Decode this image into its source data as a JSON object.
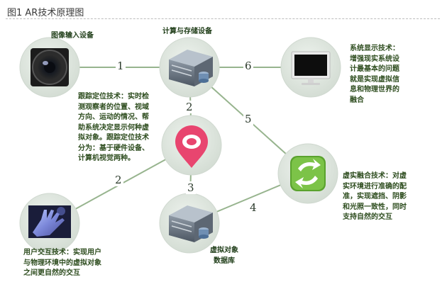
{
  "figure_title": "图1 AR技术原理图",
  "nodes": {
    "camera": {
      "label": "图像输入设备",
      "icon": "camera-lens-icon"
    },
    "compute": {
      "label": "计算与存储设备",
      "icon": "server-icon"
    },
    "display": {
      "icon": "monitor-icon"
    },
    "tracking": {
      "icon": "location-pin-icon"
    },
    "database": {
      "label_lines": [
        "虚拟对象",
        "数据库"
      ],
      "icon": "server-database-icon"
    },
    "fusion": {
      "icon": "recycle-arrows-icon"
    },
    "interaction": {
      "icon": "hand-icon"
    }
  },
  "descriptions": {
    "display": [
      "系统显示技术：",
      "增强现实系统设",
      "计最基本的问题",
      "就是实现虚拟信",
      "息和物理世界的",
      "融合"
    ],
    "tracking": [
      "跟踪定位技术：实时检",
      "测观察者的位置、视域",
      "方向、运动的情况、帮",
      "助系统决定显示何种虚",
      "拟对象。跟踪定位技术",
      "分为：基于硬件设备、",
      "计算机视觉两种。"
    ],
    "fusion": [
      "虚实融合技术：对虚",
      "实环境进行准确的配",
      "准，实现遮挡、阴影",
      "和光照一致性，同时",
      "支持自然的交互"
    ],
    "interaction": [
      "用户交互技术：实现用户",
      "与物理环境中的虚拟对象",
      "之间更自然的交互"
    ]
  },
  "edges": [
    {
      "from": "camera",
      "to": "compute",
      "label": "1"
    },
    {
      "from": "compute",
      "to": "tracking",
      "label": "2"
    },
    {
      "from": "tracking",
      "to": "interaction",
      "label": "2"
    },
    {
      "from": "tracking",
      "to": "database",
      "label": "3"
    },
    {
      "from": "database",
      "to": "fusion",
      "label": "4"
    },
    {
      "from": "fusion",
      "to": "compute",
      "label": "5"
    },
    {
      "from": "compute",
      "to": "display",
      "label": "6"
    }
  ],
  "colors": {
    "circle_fill": "#dde5dd",
    "circle_stroke": "#cfd8cf",
    "line": "#97b48e",
    "text": "#2e4d1f",
    "pin": "#e8456f",
    "recycle": "#6bb33a"
  }
}
